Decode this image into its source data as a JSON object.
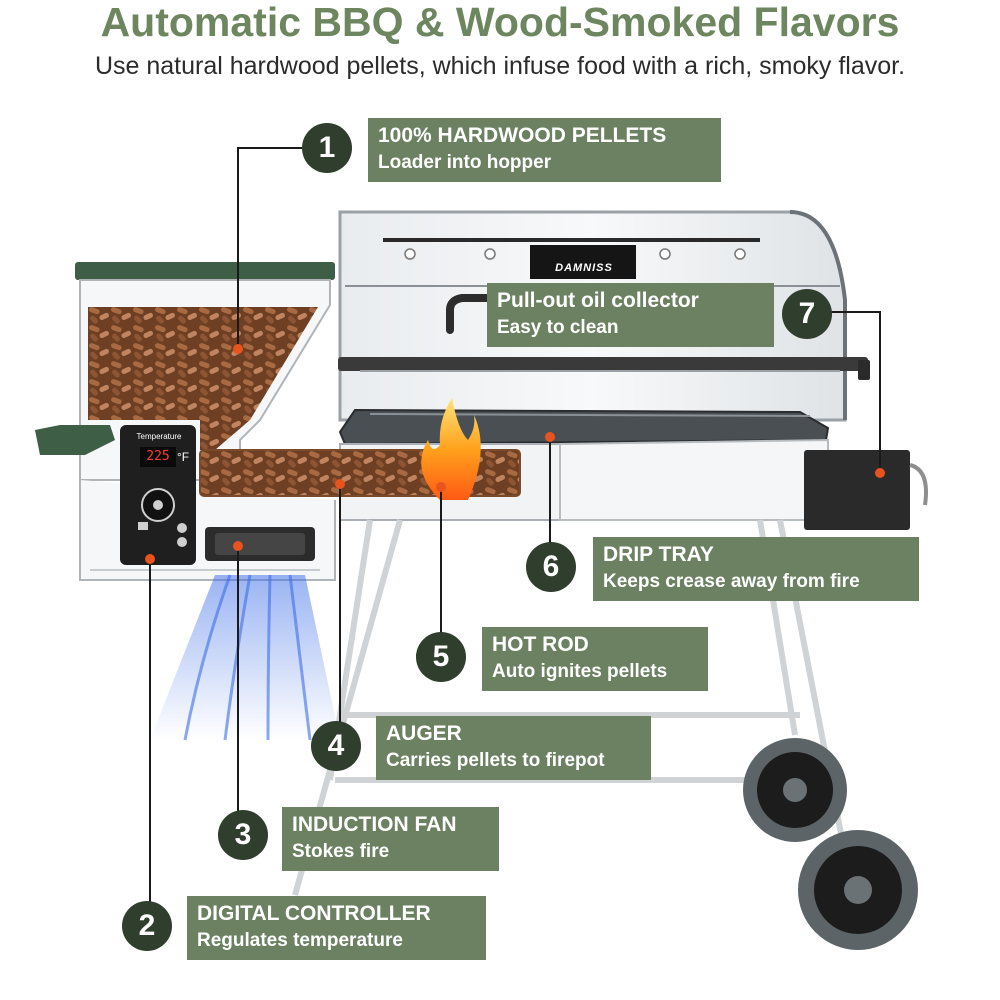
{
  "header": {
    "title": "Automatic BBQ & Wood-Smoked Flavors",
    "subtitle": "Use natural hardwood pellets, which infuse food with a rich, smoky flavor."
  },
  "product": {
    "brand": "DAMNISS",
    "controller_label": "Temperature",
    "controller_display": "225",
    "controller_unit": "°F"
  },
  "callouts": [
    {
      "number": "1",
      "title": "100% HARDWOOD PELLETS",
      "desc": "Loader into hopper"
    },
    {
      "number": "2",
      "title": "DIGITAL CONTROLLER",
      "desc": "Regulates temperature"
    },
    {
      "number": "3",
      "title": "INDUCTION FAN",
      "desc": "Stokes fire"
    },
    {
      "number": "4",
      "title": "AUGER",
      "desc": "Carries pellets to firepot"
    },
    {
      "number": "5",
      "title": "HOT ROD",
      "desc": "Auto ignites pellets"
    },
    {
      "number": "6",
      "title": "DRIP TRAY",
      "desc": "Keeps crease away from fire"
    },
    {
      "number": "7",
      "title": "Pull-out oil collector",
      "desc": "Easy to clean"
    }
  ],
  "colors": {
    "label_bg": "#6b8161",
    "badge_bg": "#2f3e2d",
    "marker": "#e8531f",
    "title_green": "#6d8660"
  }
}
